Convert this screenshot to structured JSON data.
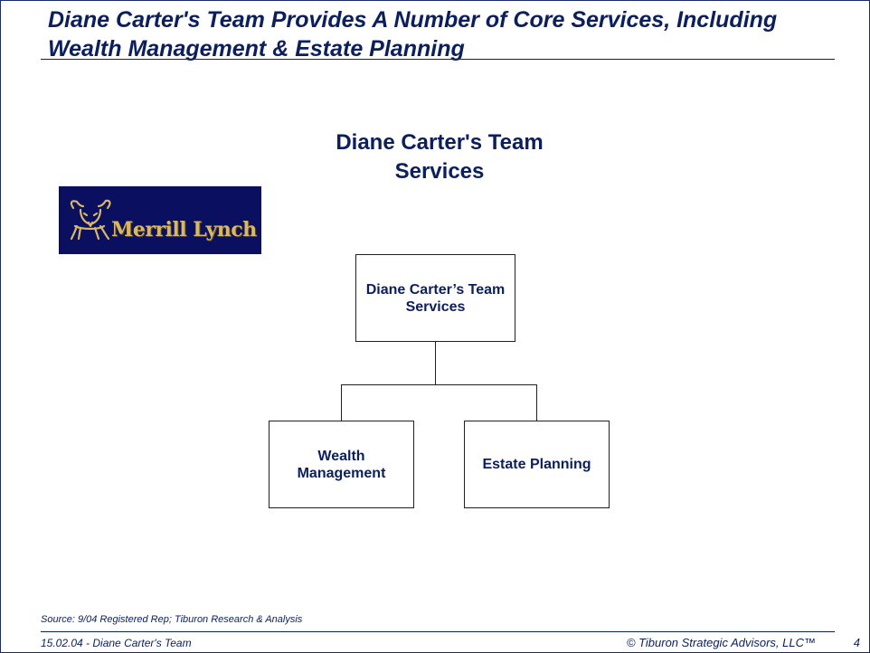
{
  "slide": {
    "title": "Diane Carter's Team Provides A Number of Core Services, Including Wealth Management & Estate Planning",
    "subtitle_line1": "Diane Carter's Team",
    "subtitle_line2": "Services"
  },
  "logo": {
    "text": "Merrill Lynch",
    "icon": "bull-icon"
  },
  "org_chart": {
    "root": {
      "line1": "Diane Carter’s Team",
      "line2": "Services"
    },
    "children": [
      {
        "line1": "Wealth",
        "line2": "Management"
      },
      {
        "line1": "Estate Planning"
      }
    ]
  },
  "footer": {
    "source": "Source:  9/04 Registered Rep; Tiburon Research & Analysis",
    "left": "15.02.04 - Diane Carter's Team",
    "right": "© Tiburon Strategic Advisors, LLC™",
    "page_number": "4"
  },
  "colors": {
    "text": "#0b1f5c",
    "logo_background": "#0a0f60",
    "logo_gold": "#d8b765"
  }
}
